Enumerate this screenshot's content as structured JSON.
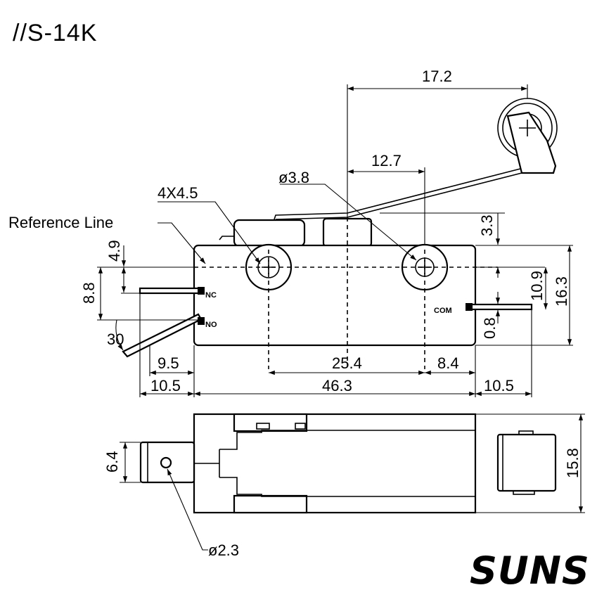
{
  "title": "//S-14K",
  "brand": "SUNS",
  "labels": {
    "reference_line": "Reference Line",
    "mounting_holes": "4X4.5",
    "pivot_dia": "ø3.8",
    "pin_dia": "ø2.3",
    "nc": "NC",
    "no": "NO",
    "com": "COM"
  },
  "dimensions": {
    "lever_reach": "17.2",
    "pivot_offset": "12.7",
    "lever_height": "3.3",
    "hole_to_top": "4.9",
    "terminal_spacing": "8.8",
    "terminal_angle": "30",
    "hole_to_bottom": "10.9",
    "body_height": "16.3",
    "com_offset": "0.8",
    "nc_length": "9.5",
    "left_terminal_length": "10.5",
    "hole_spacing": "25.4",
    "hole_to_right": "8.4",
    "body_length": "46.3",
    "right_terminal_length": "10.5",
    "roller_width": "15.8",
    "terminal_width": "6.4"
  }
}
